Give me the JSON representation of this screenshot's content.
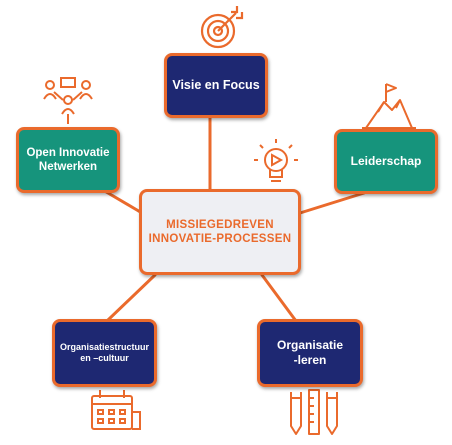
{
  "center": {
    "line1": "MISSIEGEDREVEN",
    "line2": "INNOVATIE-PROCESSEN"
  },
  "nodes": {
    "visie": {
      "label": "Visie en Focus"
    },
    "open_innovatie": {
      "line1": "Open Innovatie",
      "line2": "Netwerken"
    },
    "leiderschap": {
      "label": "Leiderschap"
    },
    "organisatiestructuur": {
      "line1": "Organisatiestructuur",
      "line2": "en –cultuur"
    },
    "organisatie_leren": {
      "line1": "Organisatie",
      "line2": "-leren"
    }
  },
  "icons": {
    "visie": "target-icon",
    "open_innovatie": "people-network-icon",
    "leiderschap": "mountain-flag-icon",
    "center": "lightbulb-play-icon",
    "organisatiestructuur": "calendar-icon",
    "organisatie_leren": "pencil-ruler-icon"
  },
  "colors": {
    "accent": "#ea6a2c",
    "navy": "#1e2872",
    "teal": "#16947c",
    "center_bg": "#eeeff3"
  }
}
